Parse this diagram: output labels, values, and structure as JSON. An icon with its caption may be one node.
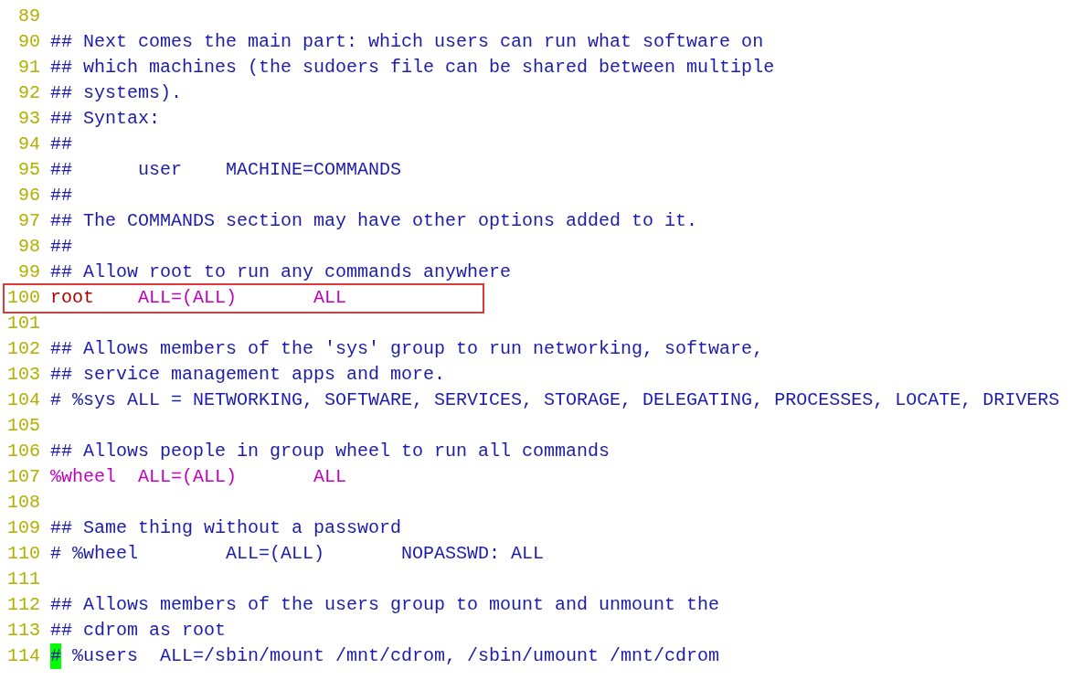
{
  "diagram": {
    "nodes": [
      {
        "text": [
          "100",
          "root",
          "ALL=(ALL)",
          "ALL"
        ]
      }
    ],
    "labels": [
      "89",
      "90",
      "## Next comes the main part: which users can run what software on",
      "91",
      "## which machines (the sudoers file can be shared between multiple",
      "92",
      "## systems).",
      "93",
      "## Syntax:",
      "94",
      "##",
      "95",
      "##      user    MACHINE=COMMANDS",
      "96",
      "##",
      "97",
      "## The COMMANDS section may have other options added to it.",
      "98",
      "##",
      "99",
      "## Allow root to run any commands anywhere",
      "101",
      "102",
      "## Allows members of the 'sys' group to run networking, software,",
      "103",
      "## service management apps and more.",
      "104",
      "# %sys ALL = NETWORKING, SOFTWARE, SERVICES, STORAGE, DELEGATING, PROCESSES, LOCATE, DRIVERS",
      "105",
      "106",
      "## Allows people in group wheel to run all commands",
      "107",
      "%wheel  ALL=(ALL)       ALL",
      "108",
      "109",
      "## Same thing without a password",
      "110",
      "# %wheel        ALL=(ALL)       NOPASSWD: ALL",
      "111",
      "112",
      "## Allows members of the users group to mount and unmount the",
      "113",
      "## cdrom as root",
      "114",
      "#",
      "%users  ALL=/sbin/mount /mnt/cdrom, /sbin/umount /mnt/cdrom"
    ]
  }
}
